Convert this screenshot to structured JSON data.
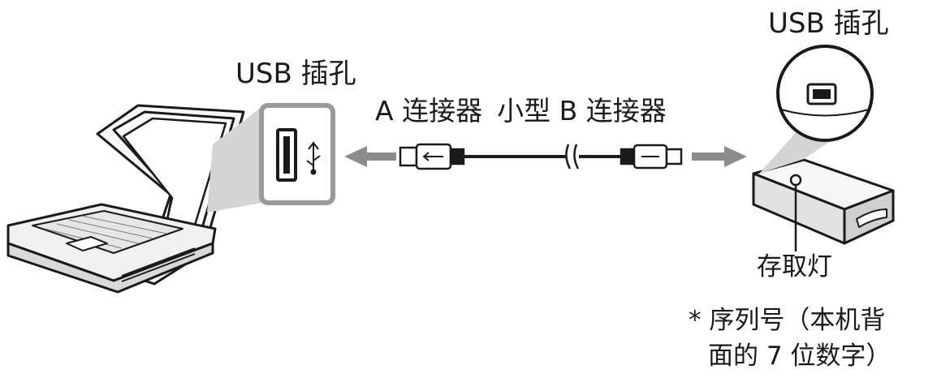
{
  "labels": {
    "usb_port_computer": "USB 插孔",
    "usb_port_device": "USB 插孔",
    "connector_a": "A 连接器",
    "connector_mini_b": "小型 B 连接器",
    "access_lamp": "存取灯",
    "serial_line1": "* 序列号（本机背",
    "serial_line2": "面的 7 位数字）"
  },
  "icons": [
    "laptop-icon",
    "usb-port-icon",
    "usb-symbol-icon",
    "usb-a-plug-icon",
    "mini-b-plug-icon",
    "card-reader-icon",
    "arrow-left-icon",
    "arrow-right-icon"
  ],
  "colors": {
    "line": "#1a1a1a",
    "arrow": "#8c8c8c",
    "device_fill": "#f2f2f2",
    "shade": "#d9d9d9"
  }
}
